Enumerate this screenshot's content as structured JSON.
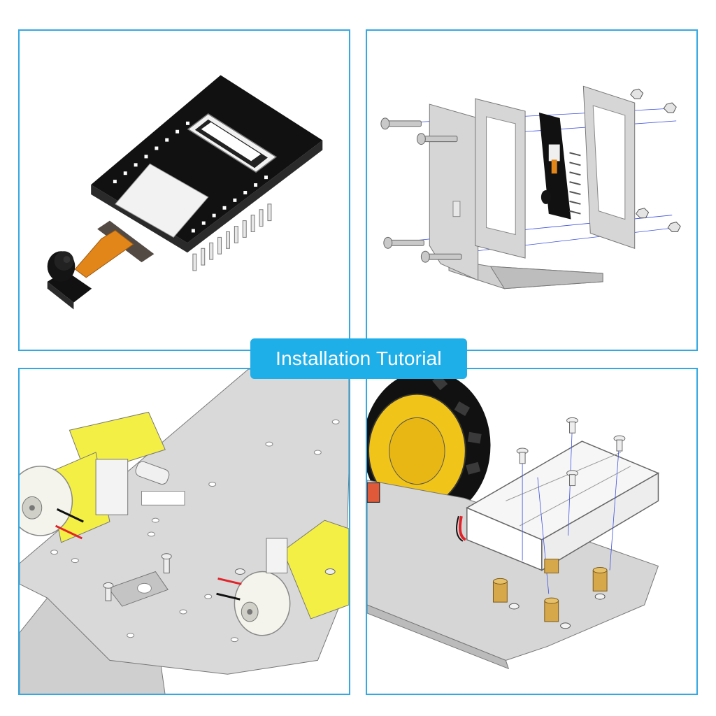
{
  "title": "Installation Tutorial",
  "colors": {
    "frame_border": "#33a9e3",
    "badge_background": "#1eaee8",
    "badge_text": "#ffffff",
    "board_black": "#111111",
    "acrylic_gray": "#d2d2d2",
    "motor_yellow": "#f3ef45",
    "brass_spacer": "#d7a84a",
    "wire_red": "#e0242a",
    "flex_cable_orange": "#e2861a"
  },
  "panels": [
    {
      "id": "p1",
      "content": "esp32-cam-board-with-camera-module"
    },
    {
      "id": "p2",
      "content": "camera-bracket-exploded-assembly"
    },
    {
      "id": "p3",
      "content": "chassis-with-gear-motors"
    },
    {
      "id": "p4",
      "content": "wheel-and-battery-box-mounting"
    }
  ]
}
